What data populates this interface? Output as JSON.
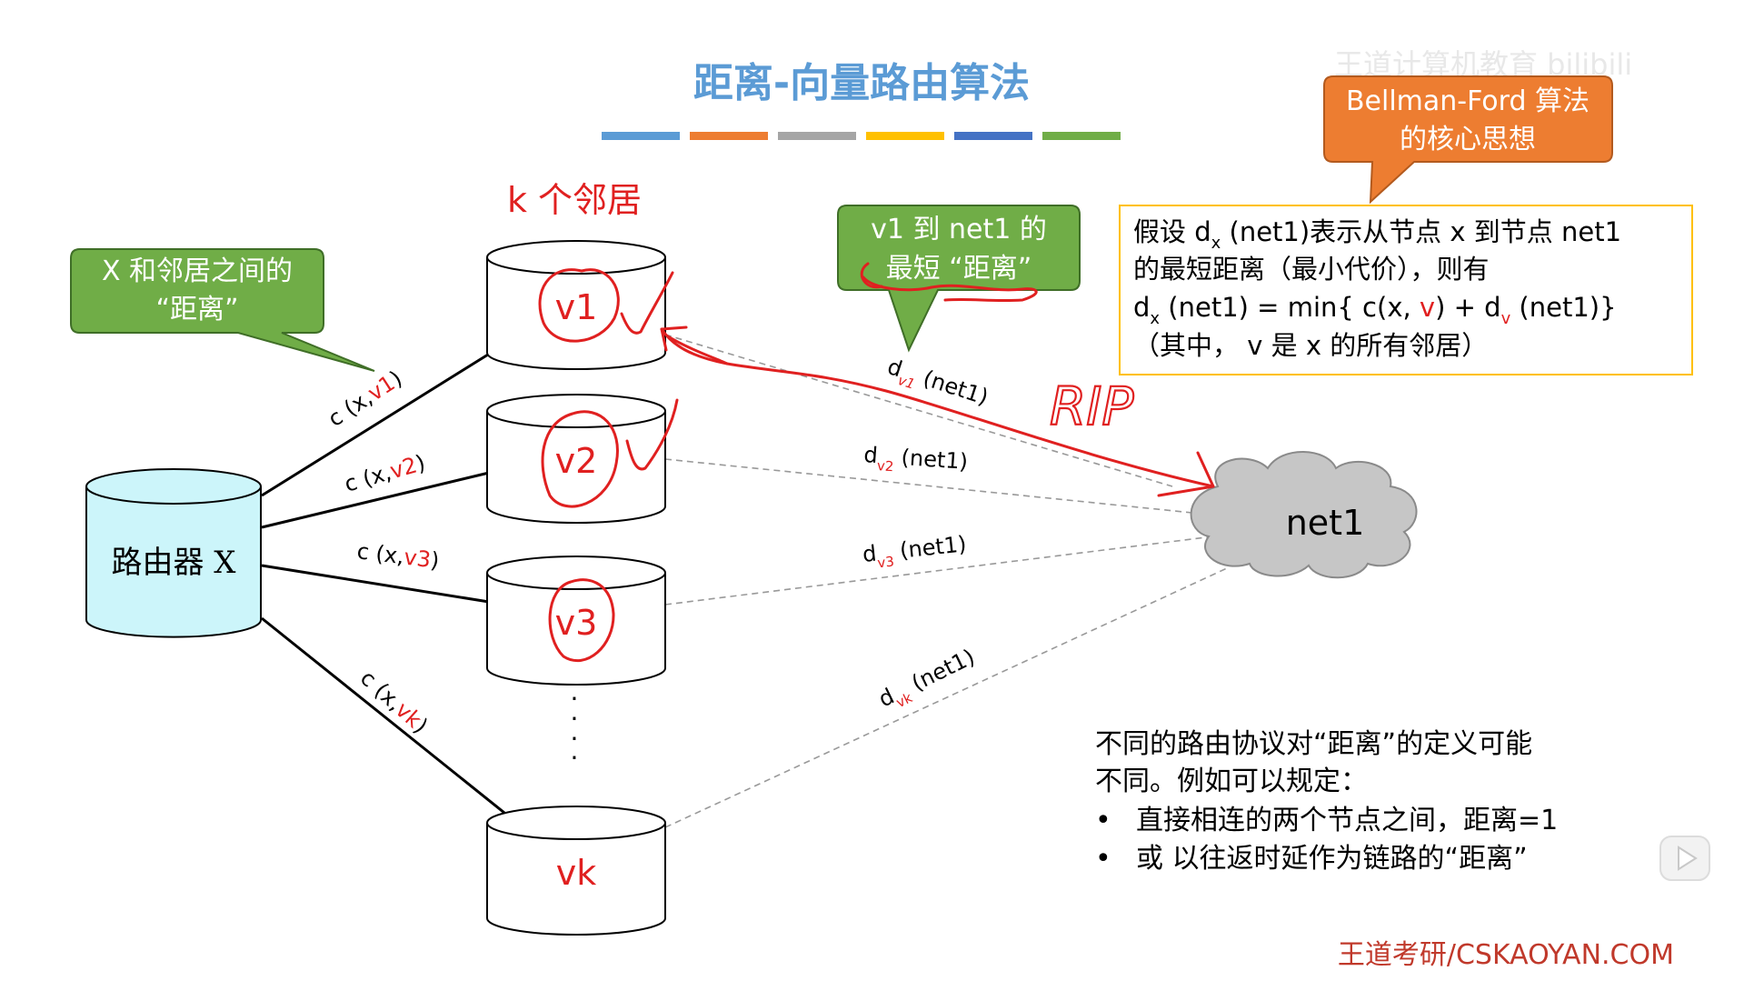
{
  "title": "距离-向量路由算法",
  "title_color": "#5b9bd5",
  "color_bar": [
    "#5b9bd5",
    "#ed7d31",
    "#a5a5a5",
    "#ffc000",
    "#4472c4",
    "#70ad47"
  ],
  "watermark": "王道计算机教育 bilibili",
  "router": {
    "label": "路由器 X",
    "fill": "#ccf5fa"
  },
  "neighbors_header": "k 个邻居",
  "neighbors": [
    {
      "label": "v1"
    },
    {
      "label": "v2"
    },
    {
      "label": "v3"
    },
    {
      "label": "vk"
    }
  ],
  "ellipsis_dots": "⋮",
  "net": "net1",
  "links": [
    {
      "prefix": "c (x,",
      "node": "v1",
      "suffix": ")"
    },
    {
      "prefix": "c (x,",
      "node": "v2",
      "suffix": ")"
    },
    {
      "prefix": "c (x,",
      "node": "v3",
      "suffix": ")"
    },
    {
      "prefix": "c (x,",
      "node": "vk",
      "suffix": ")"
    }
  ],
  "distances": [
    {
      "d": "d",
      "sub": "v1",
      "arg": " (net1)"
    },
    {
      "d": "d",
      "sub": "v2",
      "arg": " (net1)"
    },
    {
      "d": "d",
      "sub": "v3",
      "arg": " (net1)"
    },
    {
      "d": "d",
      "sub": "vk",
      "arg": " (net1)"
    }
  ],
  "callout_distance": {
    "line1": "X 和邻居之间的",
    "line2": "“距离”",
    "color": "#70ad47"
  },
  "callout_shortest": {
    "line1": "v1 到 net1 的",
    "line2": "最短 “距离”",
    "color": "#70ad47"
  },
  "callout_bellman": {
    "line1": "Bellman-Ford 算法",
    "line2": "的核心思想",
    "color": "#ed7d31"
  },
  "definition_box": {
    "line1_pre": "假设 d",
    "line1_sub": "x",
    "line1_post": " (net1)表示从节点 x 到节点 net1",
    "line2": "的最短距离（最小代价），则有",
    "line3_a": "d",
    "line3_sub": "x",
    "line3_b": " (net1) = min{ c(x, ",
    "line3_v": "v",
    "line3_c": ") + d",
    "line3_sub2": "v",
    "line3_d": " (net1)}",
    "line4": "（其中，  v 是 x 的所有邻居）",
    "border_color": "#ffc000"
  },
  "notes": {
    "line1": "不同的路由协议对“距离”的定义可能",
    "line2": "不同。例如可以规定：",
    "bullets": [
      "直接相连的两个节点之间，距离=1",
      "或 以往返时延作为链路的“距离”"
    ]
  },
  "annotation_rip": "RIP",
  "footer": "王道考研/CSKAOYAN.COM",
  "accent_red": "#e02020"
}
